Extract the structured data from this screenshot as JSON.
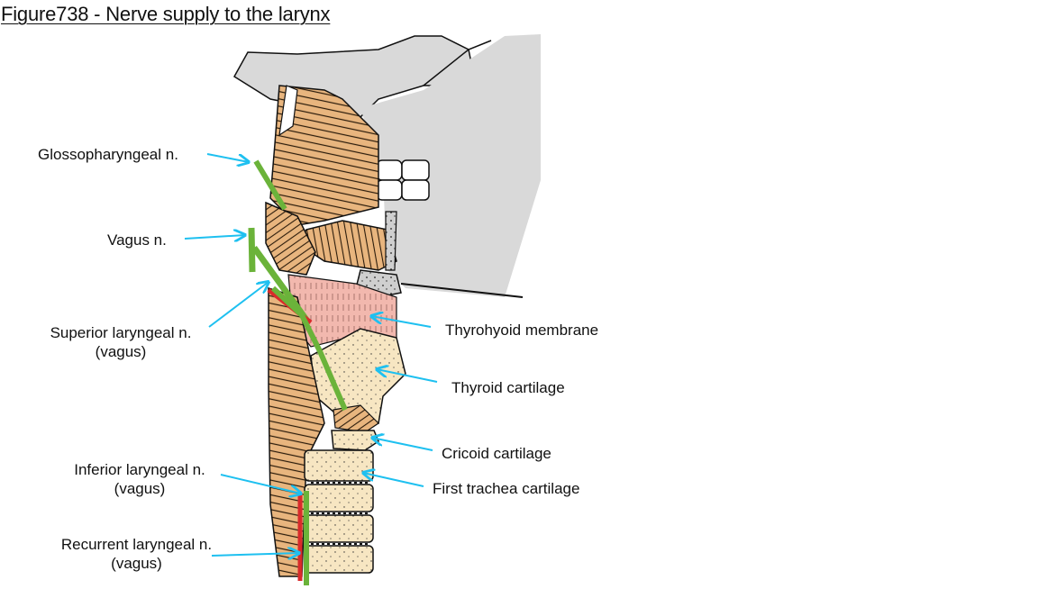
{
  "figure": {
    "title": "Figure738 - Nerve supply to the larynx"
  },
  "labels_left": {
    "glossopharyngeal": "Glossopharyngeal n.",
    "vagus": "Vagus n.",
    "superior_laryngeal": "Superior laryngeal n.",
    "superior_laryngeal_sub": "(vagus)",
    "inferior_laryngeal": "Inferior laryngeal n.",
    "inferior_laryngeal_sub": "(vagus)",
    "recurrent_laryngeal": "Recurrent laryngeal n.",
    "recurrent_laryngeal_sub": "(vagus)"
  },
  "labels_right": {
    "thyrohyoid_membrane": "Thyrohyoid membrane",
    "thyroid_cartilage": "Thyroid cartilage",
    "cricoid_cartilage": "Cricoid cartilage",
    "first_trachea_cartilage": "First trachea cartilage"
  },
  "colors": {
    "arrow": "#1ec0f0",
    "nerve_green": "#6bb33a",
    "vessel_red": "#d92b2b",
    "muscle": "#e8b57e",
    "bone": "#d9d9d9",
    "membrane": "#f2b8ae",
    "cartilage": "#f7e6c2"
  }
}
